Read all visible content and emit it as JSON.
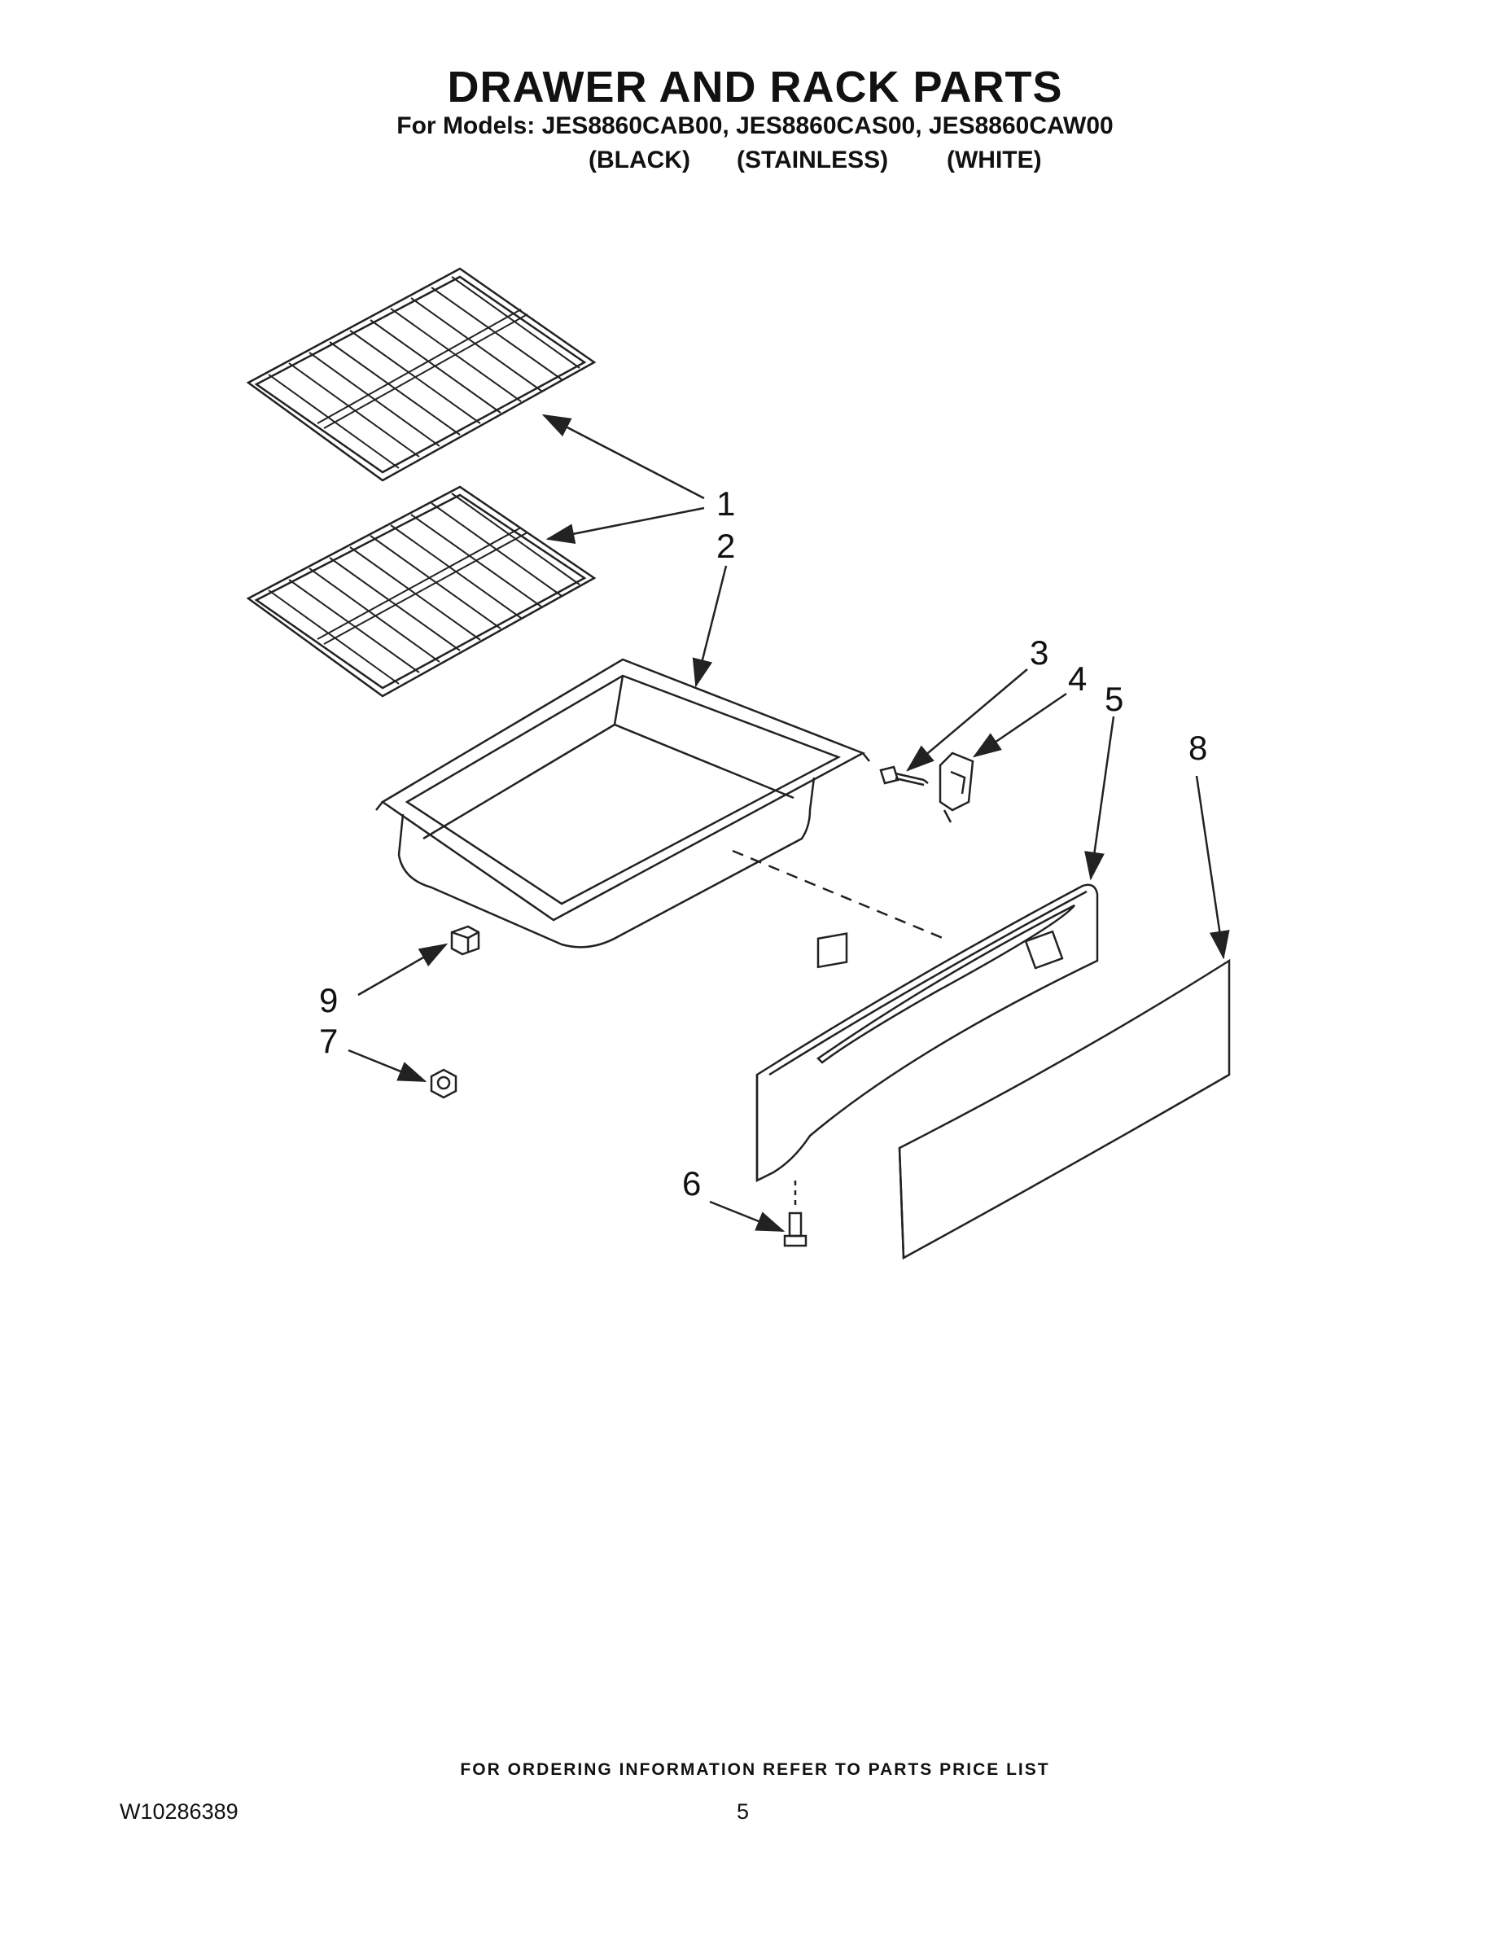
{
  "header": {
    "title": "DRAWER AND RACK PARTS",
    "models": "For Models: JES8860CAB00, JES8860CAS00, JES8860CAW00",
    "finishes": [
      "(BLACK)",
      "(STAINLESS)",
      "(WHITE)"
    ]
  },
  "callouts": [
    "1",
    "2",
    "3",
    "4",
    "5",
    "6",
    "7",
    "8",
    "9"
  ],
  "footer": {
    "ordering_note": "FOR ORDERING INFORMATION REFER TO PARTS PRICE LIST",
    "doc_number": "W10286389",
    "page": "5"
  },
  "colors": {
    "line": "#222222",
    "background": "#ffffff"
  }
}
